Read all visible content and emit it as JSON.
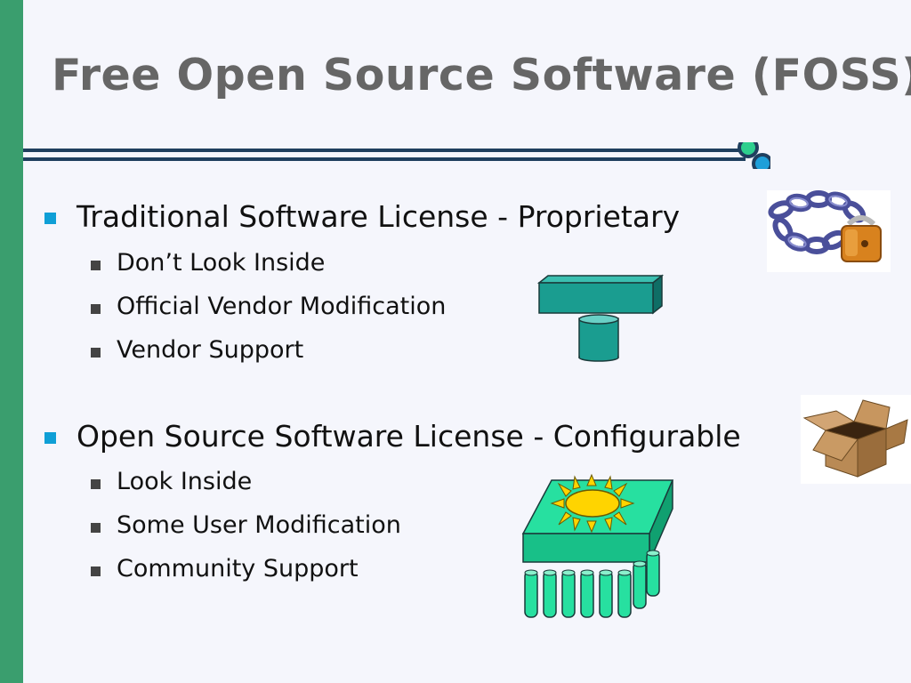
{
  "slide": {
    "title": "Free Open Source Software (FOSS)",
    "sections": [
      {
        "heading": "Traditional Software License - Proprietary",
        "items": [
          "Don’t Look Inside",
          "Official Vendor Modification",
          "Vendor Support"
        ]
      },
      {
        "heading": "Open Source Software License - Configurable",
        "items": [
          "Look Inside",
          "Some User Modification",
          "Community Support"
        ]
      }
    ]
  },
  "colors": {
    "left_bar": "#3a9e6e",
    "title": "#666666",
    "bullet_primary": "#0f9fd6",
    "bullet_secondary": "#444444",
    "rule": "#1f3f5e"
  },
  "icons": [
    "chain-padlock-icon",
    "closed-block-icon",
    "open-box-icon",
    "open-block-icon"
  ]
}
